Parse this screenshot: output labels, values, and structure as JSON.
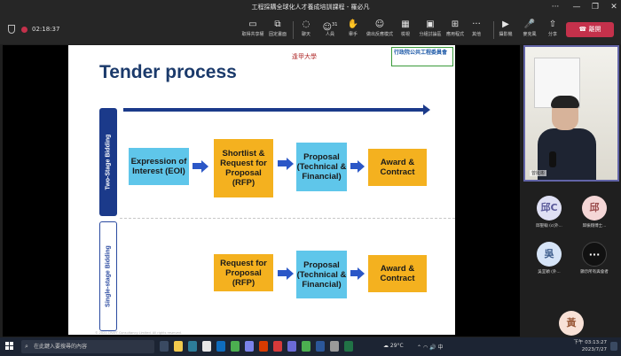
{
  "window": {
    "title": "工程採購全球化人才養成培訓課程 - 羅必凡"
  },
  "toolbar": {
    "timer": "02:18:37",
    "buttons": [
      {
        "icon": "camera-icon",
        "label": "取得共享權"
      },
      {
        "icon": "pin-icon",
        "label": "固定畫面"
      },
      {
        "icon": "chat-icon",
        "label": "聊天"
      },
      {
        "icon": "people-icon",
        "label": "人員",
        "badge": "31"
      },
      {
        "icon": "hand-icon",
        "label": "舉手"
      },
      {
        "icon": "emoji-icon",
        "label": "做出反應模式"
      },
      {
        "icon": "grid-icon",
        "label": "檢視"
      },
      {
        "icon": "rooms-icon",
        "label": "分組討論區"
      },
      {
        "icon": "apps-icon",
        "label": "應用程式"
      },
      {
        "icon": "more-icon",
        "label": "其他"
      },
      {
        "icon": "video-icon",
        "label": "攝影機"
      },
      {
        "icon": "mic-off-icon",
        "label": "麥克風"
      },
      {
        "icon": "share-icon",
        "label": "分享"
      }
    ],
    "leave": "離開"
  },
  "slide": {
    "title": "Tender process",
    "logo_university": "逢甲大學",
    "logo_agency_line1": "行政院公共工程委員會",
    "phases": [
      "Two-Stage Bidding",
      "Single-stage Bidding"
    ],
    "two_stage_boxes": [
      "Expression of Interest (EOI)",
      "Shortlist & Request for Proposal (RFP)",
      "Proposal (Technical & Financial)",
      "Award & Contract"
    ],
    "single_stage_boxes": [
      "Request for Proposal (RFP)",
      "Proposal (Technical & Financial)",
      "Award & Contract"
    ],
    "footer": "© 2021 CRAFT Consultancy Limited. All rights reserved."
  },
  "participants": {
    "video_name": "曾挺彬",
    "tiles": [
      {
        "initials": "邱C",
        "name": "邱聖翰 (c(外...",
        "bg": "#dfe0f4",
        "fg": "#5a5a9a"
      },
      {
        "initials": "邱",
        "name": "邱振翔博士...",
        "bg": "#f4d6d6",
        "fg": "#9a4a4a"
      },
      {
        "initials": "吳",
        "name": "吳宜穎 (外...",
        "bg": "#d6e4f7",
        "fg": "#3a5a8a"
      },
      {
        "initials": "···",
        "name": "顯示所有與會者",
        "bg": "#111111",
        "fg": "#ffffff"
      },
      {
        "initials": "黃",
        "name": "",
        "bg": "#f8e1d6",
        "fg": "#9a5a3a"
      }
    ]
  },
  "taskbar": {
    "search_placeholder": "在此鍵入要搜尋的內容",
    "weather": "29°C",
    "clock_time": "下午 03:13:27",
    "clock_date": "2023/7/27",
    "lang": "中"
  }
}
